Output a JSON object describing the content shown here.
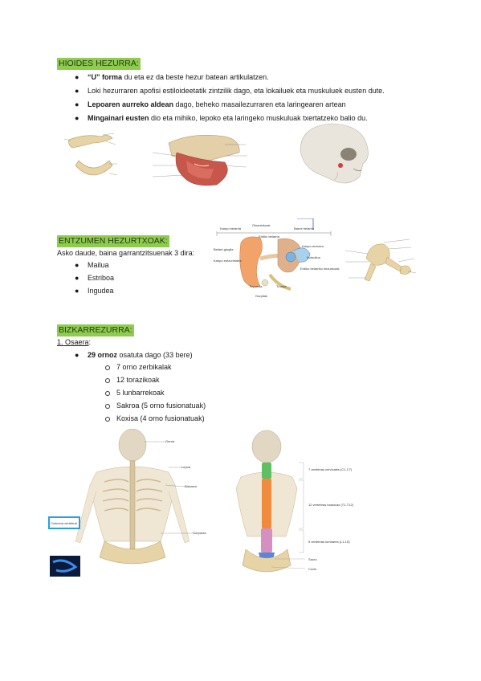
{
  "hioides": {
    "heading": "HIOIDES HEZURRA:",
    "bullets": [
      {
        "bold": "“U” forma",
        "rest": " du eta ez da beste hezur batean artikulatzen."
      },
      {
        "bold": "",
        "rest": "Loki hezurraren apofisi estiloideetatik zintzilik dago, eta lokailuek eta muskuluek eusten dute."
      },
      {
        "bold": "Lepoaren aurreko aldean",
        "rest": " dago, beheko masailezurraren eta laringearen artean"
      },
      {
        "bold": "Mingainari eusten",
        "rest": " dio eta mihiko, lepoko eta laringeko muskuluak txertatzeko balio du."
      }
    ]
  },
  "entzumen": {
    "heading": "ENTZUMEN HEZURTXOAK:",
    "intro": "Asko daude, baina garrantzitsuenak 3 dira:",
    "items": [
      "Mailua",
      "Estriboa",
      "Ingudea"
    ]
  },
  "bizkar": {
    "heading": "BIZKARREZURRA:",
    "sub": "1. Osaera",
    "sub_colon": ":",
    "main_bold": "29 ornoz",
    "main_rest": " osatuta dago (33 bere)",
    "items": [
      "7 orno zerbikalak",
      "12 torazikoak",
      "5 lunbarrekoak",
      "Sakroa (5 orno fusionatuak)",
      "Koxisa (4 orno fusionatuak)"
    ]
  },
  "ear_figure": {
    "labels": [
      "Oinarrizkoak",
      "Kanpo belarria",
      "Erdiko belarria",
      "Barne belarria",
      "Belarri-gingila",
      "Kanpo entzunbidea",
      "Kanpo-muturra",
      "Erdiko belarriko hezurtxoak",
      "Kurkuilua",
      "Tinpanoa",
      "Tronpa",
      "Gurpilak"
    ]
  },
  "skeleton_labels": {
    "back": [
      "Gerria",
      "Lepoa",
      "Bizkarra",
      "Gorputza",
      "Columna vertebral"
    ],
    "spine": [
      "7 vertebras cervicales (C1-C7)",
      "12 vertebras toracicas (T1-T12)",
      "5 vertebras lumbares (L1-L5)",
      "Sacro",
      "Coxis"
    ]
  },
  "colors": {
    "heading_bg": "#8fcb4e",
    "bone": "#e6d3a6",
    "bone_dark": "#c9ae74",
    "muscle": "#c8574b",
    "cervical": "#5fbf62",
    "thoracic": "#f08a3c",
    "lumbar": "#d58fc0",
    "sacrum": "#5a86d6",
    "box_blue": "#2a9fe0"
  }
}
